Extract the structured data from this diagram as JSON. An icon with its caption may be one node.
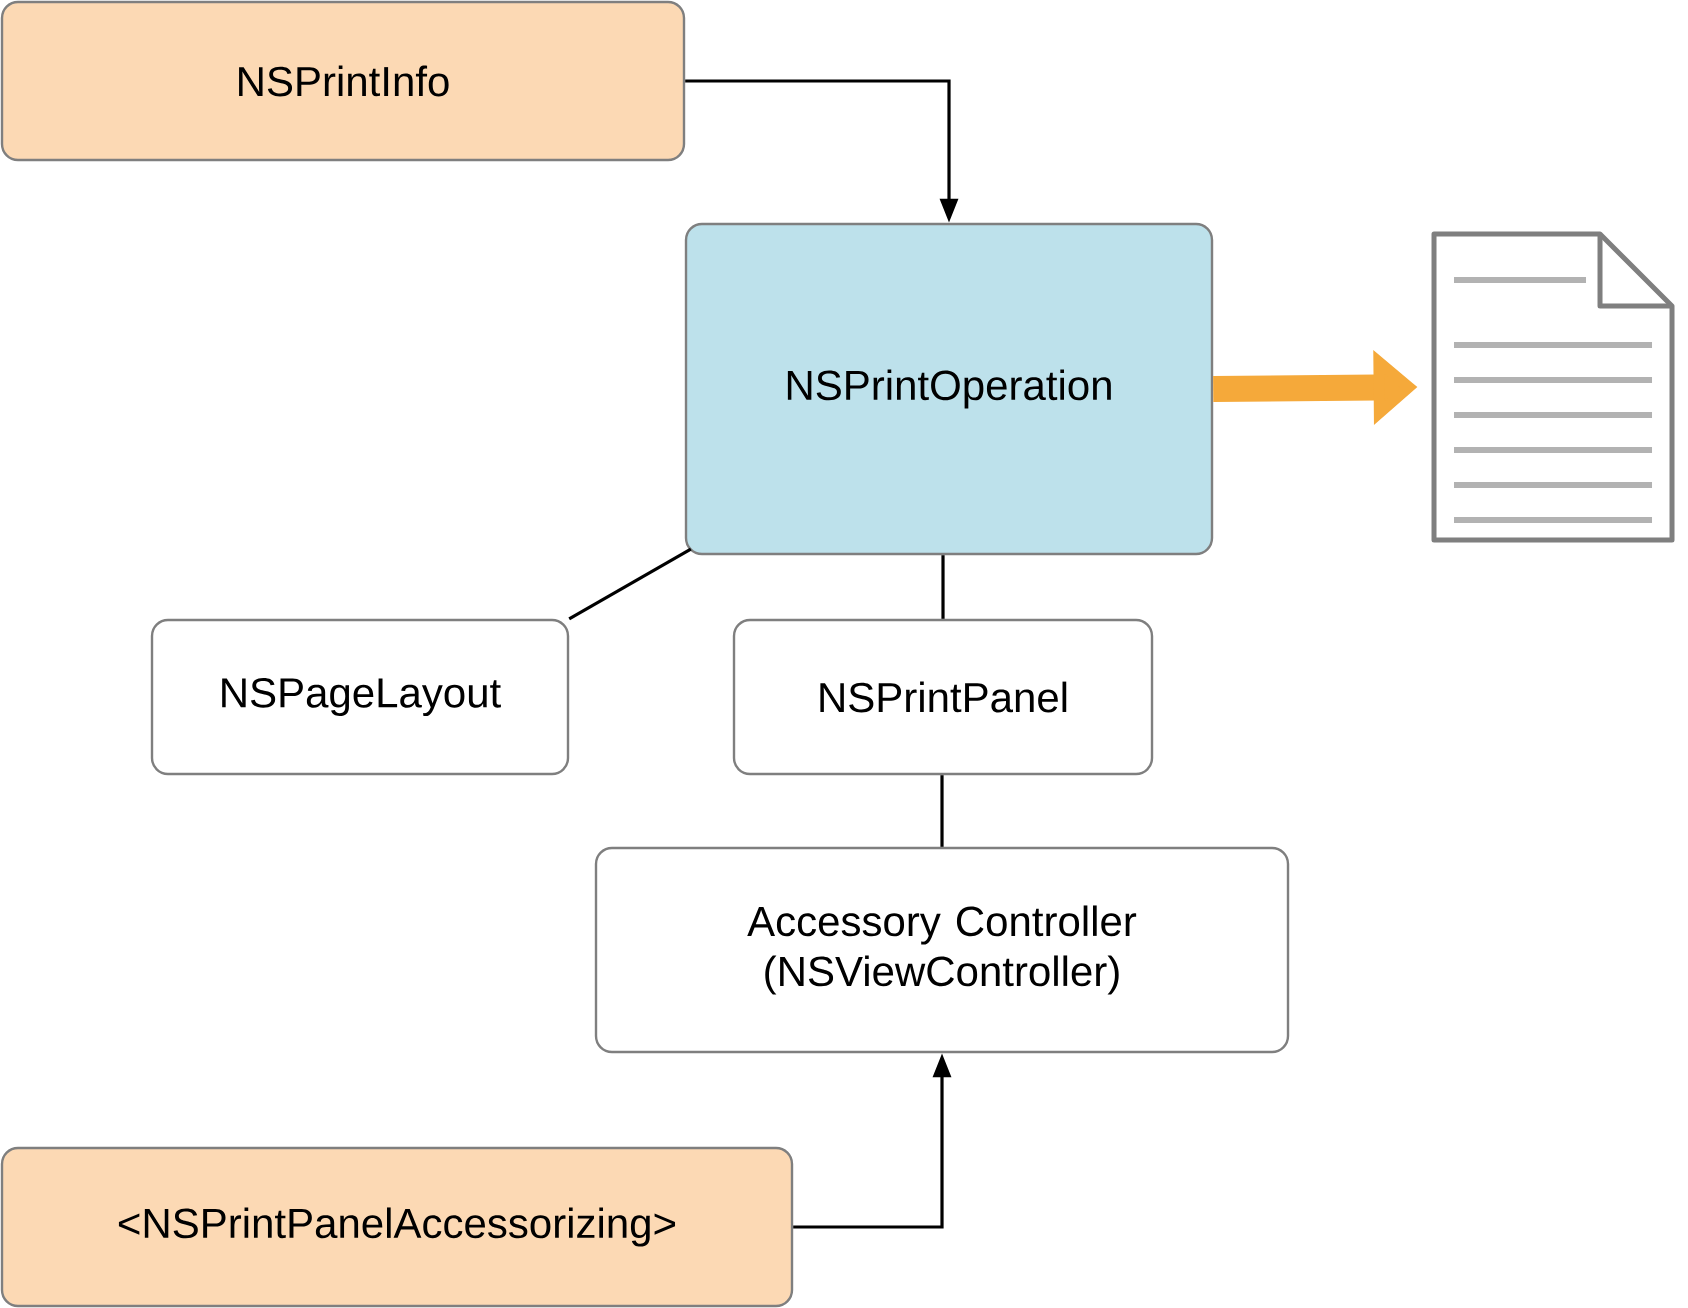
{
  "diagram": {
    "nodes": [
      {
        "text": [
          "NSPrintInfo"
        ]
      },
      {
        "text": [
          "NSPrintOperation"
        ]
      },
      {
        "text": [],
        "shape": "picture"
      },
      {
        "text": [
          "NSPageLayout"
        ]
      },
      {
        "text": [
          "NSPrintPanel"
        ]
      },
      {
        "text": [
          "Accessory Controller (NSViewController)"
        ]
      },
      {
        "text": [
          "<NSPrintPanelAccessorizing>"
        ]
      }
    ],
    "edges": [
      {
        "from": 0,
        "to": 1,
        "arrow": "to"
      },
      {
        "from": 1,
        "to": 2,
        "arrow": "to",
        "style": "thick",
        "color": "#f5a93a"
      },
      {
        "from": 1,
        "to": 3,
        "arrow": "none"
      },
      {
        "from": 1,
        "to": 4,
        "arrow": "none"
      },
      {
        "from": 4,
        "to": 5,
        "arrow": "none"
      },
      {
        "from": 6,
        "to": 5,
        "arrow": "to"
      }
    ]
  }
}
